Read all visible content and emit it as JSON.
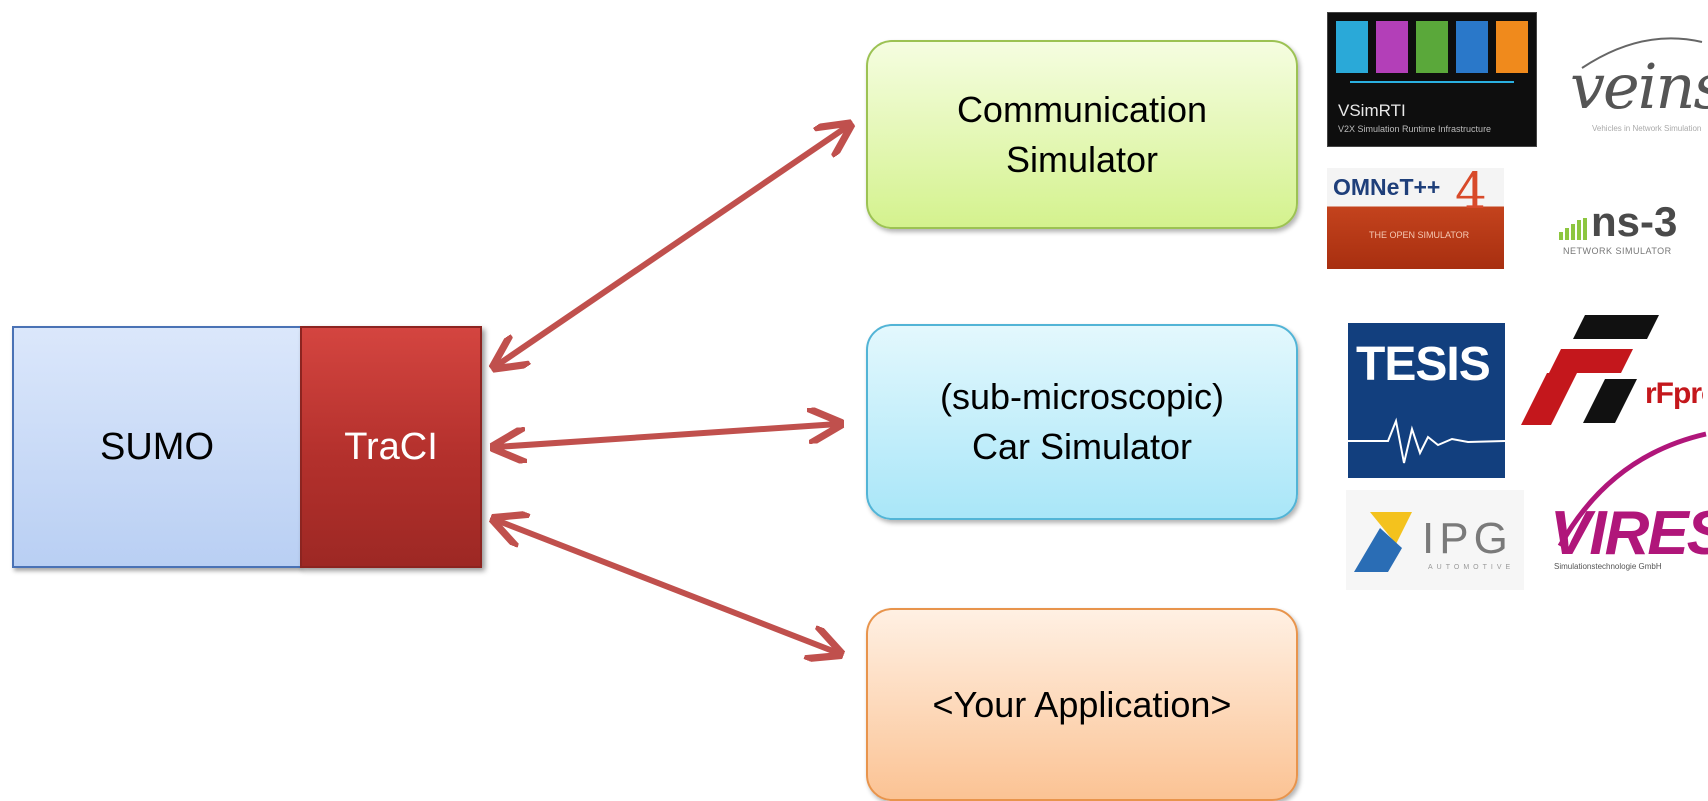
{
  "sumo": {
    "label": "SUMO"
  },
  "traci": {
    "label": "TraCI"
  },
  "targets": {
    "communication": {
      "line1": "Communication",
      "line2": "Simulator"
    },
    "car": {
      "line1": "(sub-microscopic)",
      "line2": "Car Simulator"
    },
    "application": {
      "label": "<Your Application>"
    }
  },
  "logos": {
    "vsimrti": {
      "name": "VSimRTI",
      "subtitle": "V2X Simulation Runtime Infrastructure"
    },
    "veins": {
      "name": "veins",
      "subtitle": "Vehicles in Network Simulation"
    },
    "omnet": {
      "name": "OMNeT++",
      "version": "4",
      "subtitle": "THE OPEN SIMULATOR"
    },
    "ns3": {
      "name": "ns-3",
      "subtitle": "NETWORK SIMULATOR"
    },
    "tesis": {
      "name": "TESIS"
    },
    "rfpro": {
      "name": "rFpro"
    },
    "ipg": {
      "name": "IPG",
      "subtitle": "AUTOMOTIVE"
    },
    "vires": {
      "name": "VIRES",
      "subtitle": "Simulationstechnologie GmbH"
    }
  },
  "colors": {
    "arrow": "#c0504d",
    "sumo_fill": "#b9cff3",
    "traci_fill": "#b3302c",
    "comm_fill": "#d4f28e",
    "car_fill": "#a9e6f8",
    "app_fill": "#fbc394"
  }
}
